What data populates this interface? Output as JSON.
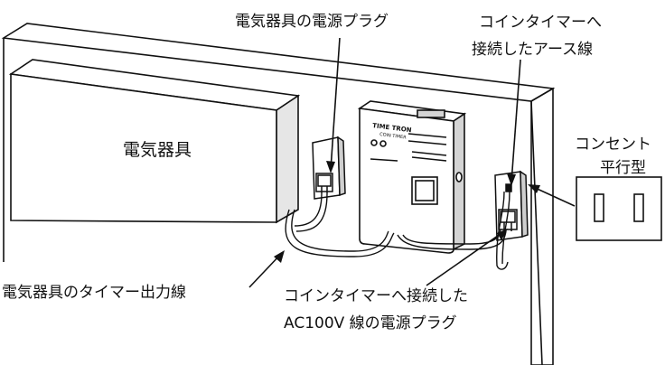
{
  "labels": {
    "appliance": "電気器具",
    "appliance_plug": "電気器具の電源プラグ",
    "earth_line_1": "コインタイマーへ",
    "earth_line_2": "接続したアース線",
    "outlet_line_1": "コンセント",
    "outlet_line_2": "平行型",
    "timer_output": "電気器具のタイマー出力線",
    "ac_plug_line_1": "コインタイマーへ接続した",
    "ac_plug_line_2": "AC100V 線の電源プラグ"
  },
  "device": {
    "brand": "TIME TRON",
    "model": "COIN TIMER"
  },
  "colors": {
    "line": "#111111",
    "fill": "#ffffff",
    "shade": "#d9d9d9"
  }
}
